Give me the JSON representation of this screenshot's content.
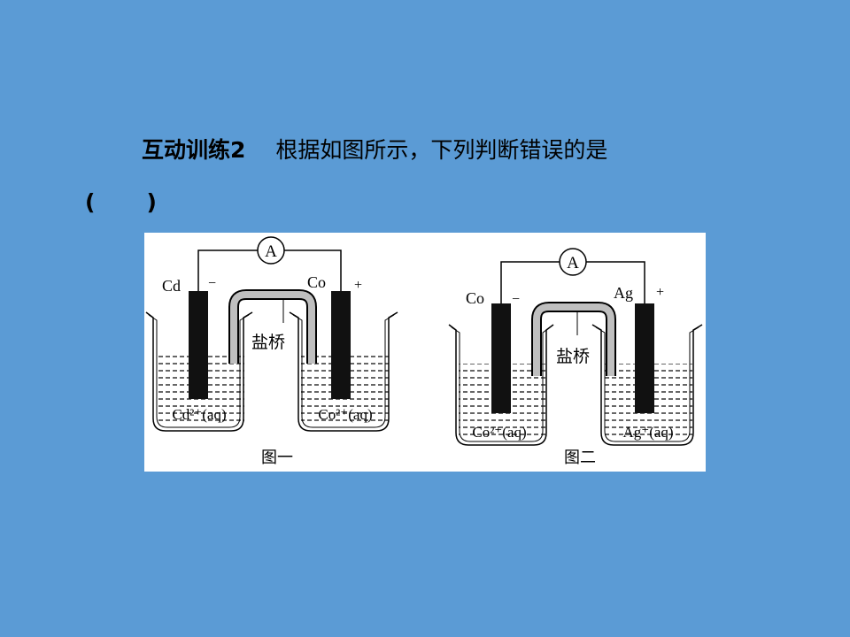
{
  "question": {
    "label": "互动训练2",
    "text": "根据如图所示，下列判断错误的是",
    "paren_open": "(",
    "paren_close": ")"
  },
  "figure1": {
    "ammeter": "A",
    "left_electrode": "Cd",
    "left_sign": "−",
    "right_electrode": "Co",
    "right_sign": "+",
    "salt_bridge": "盐桥",
    "left_solution": "Cd²⁺(aq)",
    "right_solution": "Co²⁺(aq)",
    "caption": "图一"
  },
  "figure2": {
    "ammeter": "A",
    "left_electrode": "Co",
    "left_sign": "−",
    "right_electrode": "Ag",
    "right_sign": "+",
    "salt_bridge": "盐桥",
    "left_solution": "Co²⁺(aq)",
    "right_solution": "Ag⁺(aq)",
    "caption": "图二"
  },
  "colors": {
    "background": "#5b9bd5",
    "figure_background": "#ffffff",
    "electrode": "#111111",
    "salt_bridge": "#bfbfbf"
  }
}
